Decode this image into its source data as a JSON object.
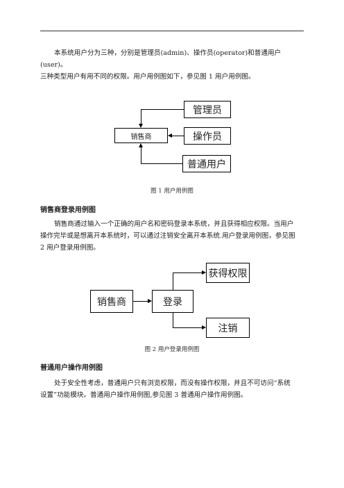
{
  "intro": {
    "line1": "本系统用户分为三种，分别是管理员(admin)、操作员(operator)和普通用户(user)。",
    "line2": "三种类型用户有用不同的权限。用户用例图如下，参见图 1 用户用例图。"
  },
  "figure1": {
    "center": "销售商",
    "admin": "管理员",
    "operator": "操作员",
    "user": "普通用户",
    "caption": "图 1 用户用例图"
  },
  "section2": {
    "heading": "销售商登录用例图",
    "line1": "销售商通过输入一个正确的用户名和密码登录本系统，并且获得相应权限。当用户",
    "line2": "操作完毕或是想离开本系统时，可以通过注销安全离开本系统.用户登录用例图，参见图",
    "line3": "2 用户登录用例图。"
  },
  "figure2": {
    "actor": "销售商",
    "login": "登录",
    "grant": "获得权限",
    "logout": "注销",
    "caption": "图 2 用户登录用例图"
  },
  "section3": {
    "heading": "普通用户操作用例图",
    "line1": "处于安全性考虑，普通用户只有浏览权限，而没有操作权限，并且不可访问“系统",
    "line2": "设置”功能模块。普通用户操作用例图,参见图 3 普通用户操作用例图。"
  }
}
